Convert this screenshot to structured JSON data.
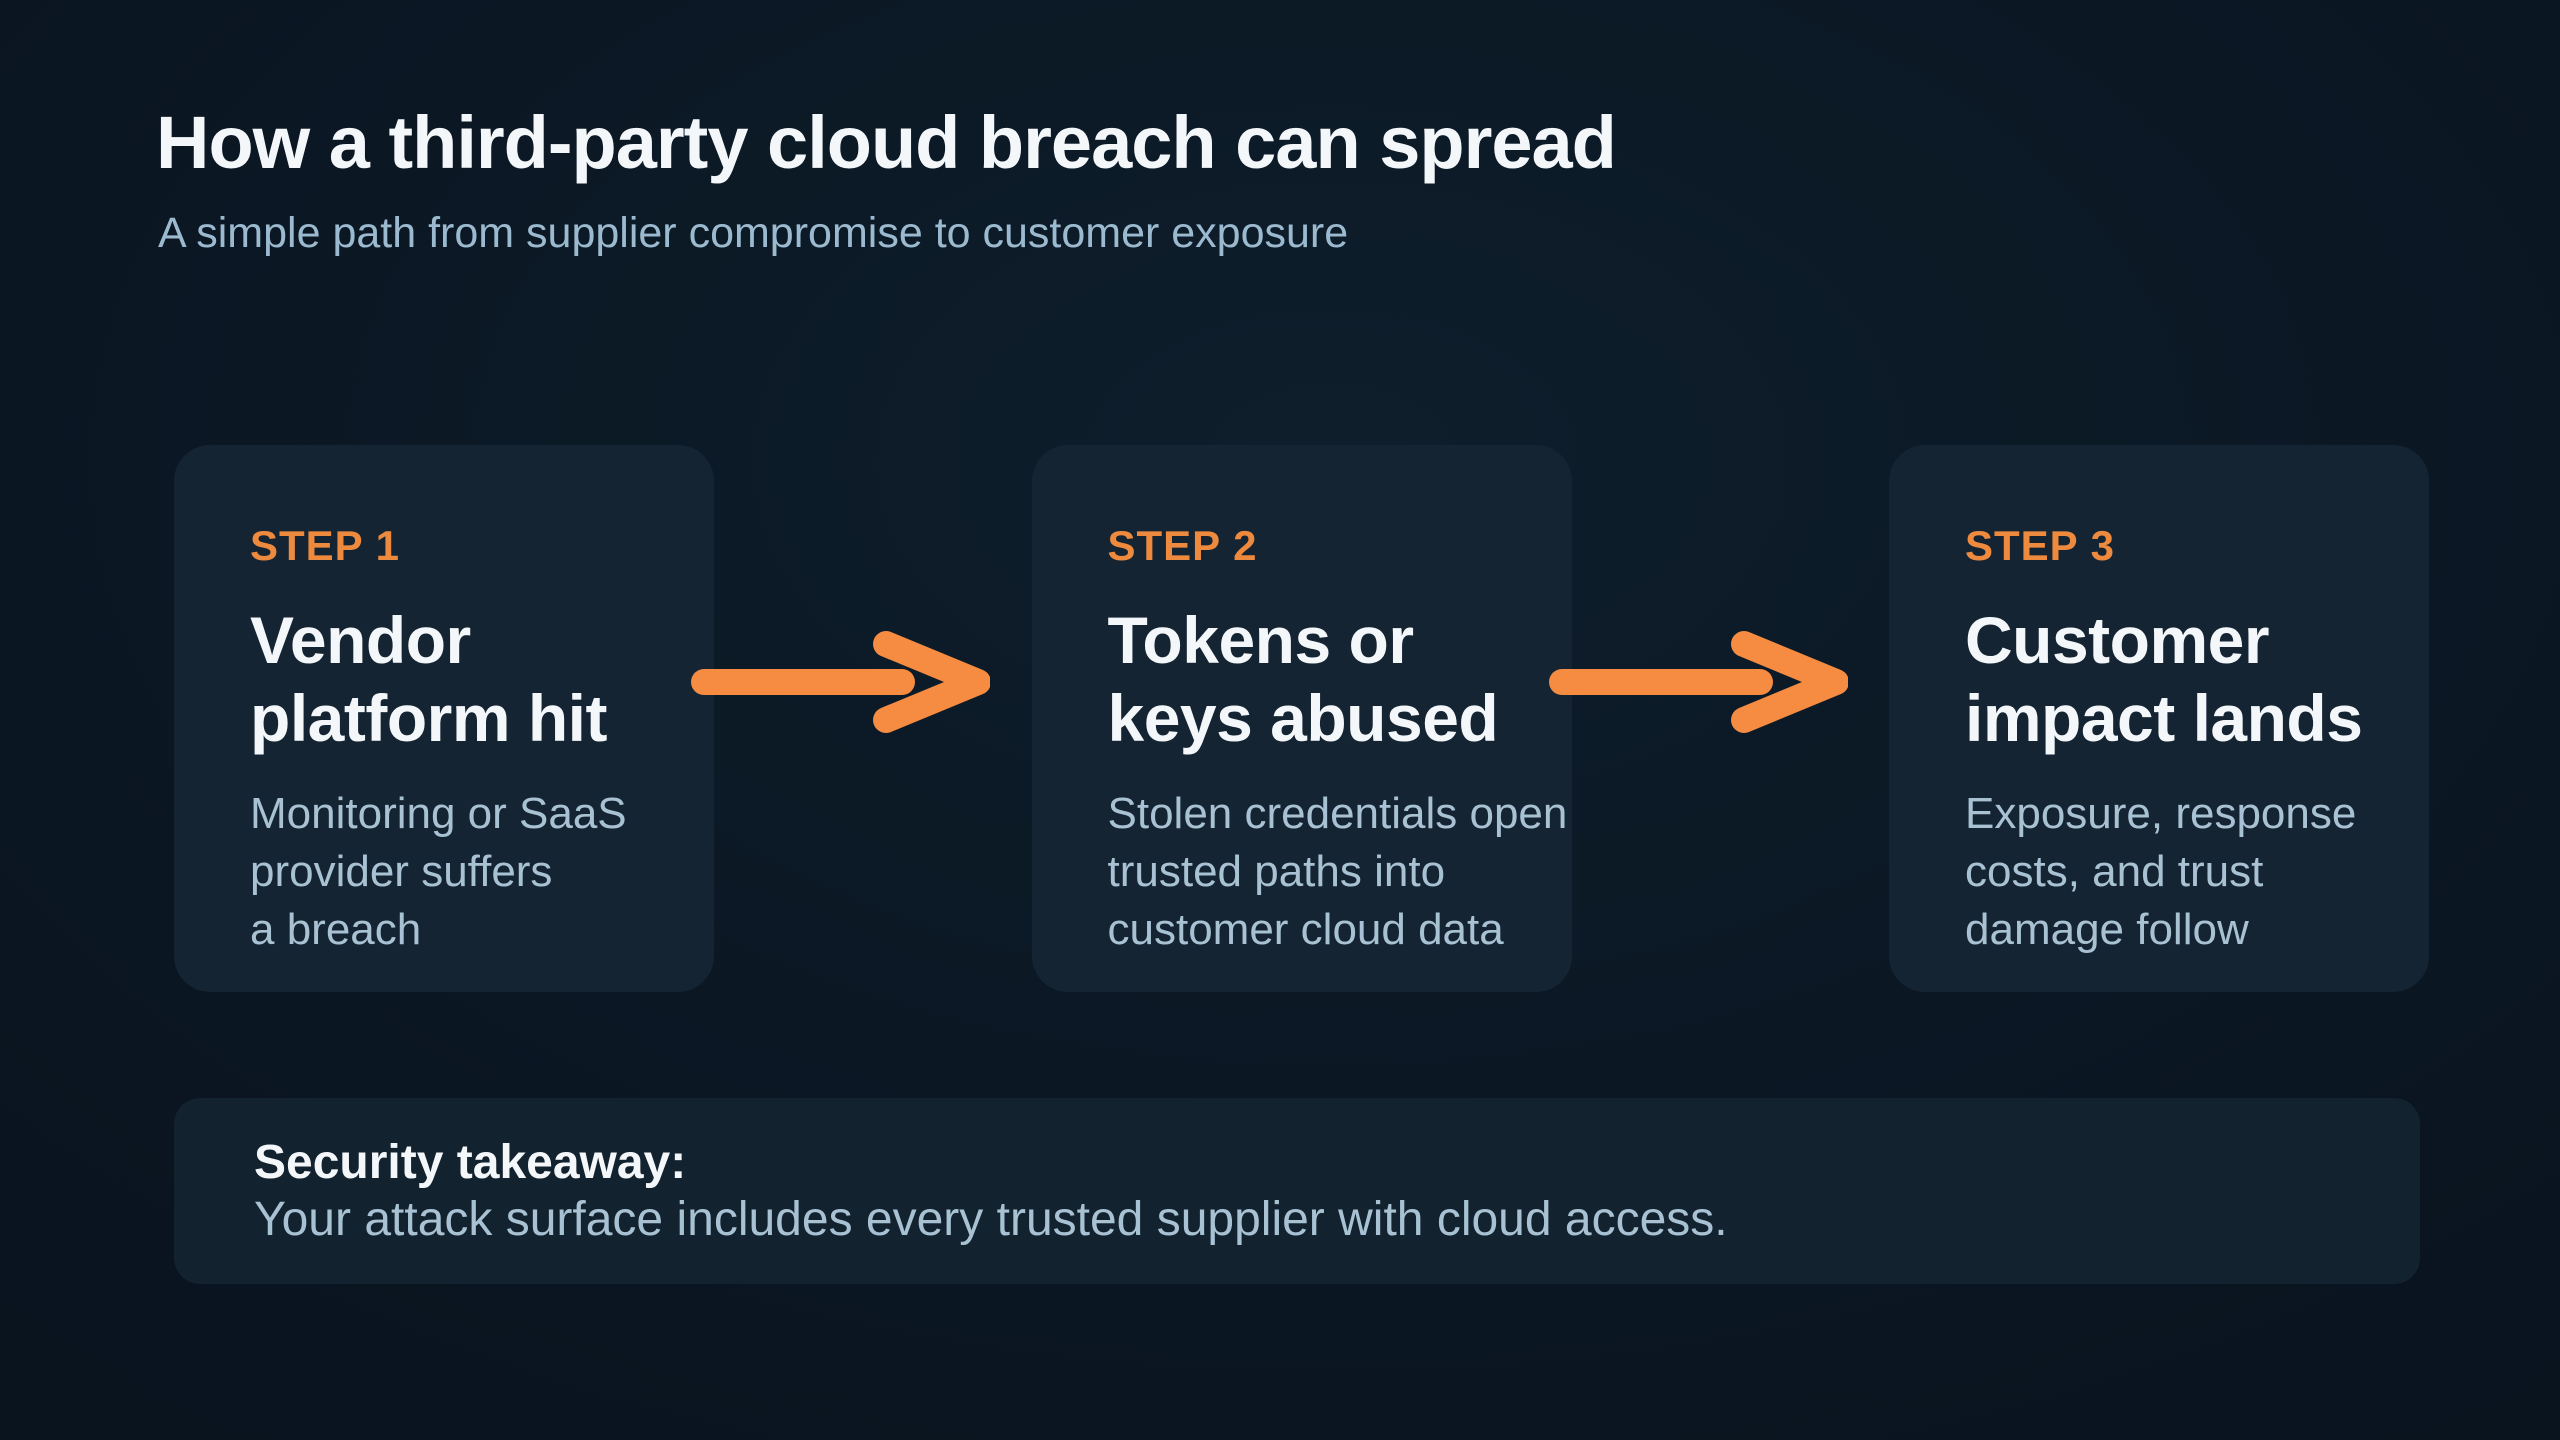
{
  "header": {
    "title": "How a third-party cloud breach can spread",
    "subtitle": "A simple path from supplier compromise to customer exposure"
  },
  "steps": [
    {
      "label": "STEP 1",
      "title": "Vendor platform hit",
      "title_lines": [
        "Vendor",
        "platform hit"
      ],
      "description": "Monitoring or SaaS provider suffers a breach",
      "desc_lines": [
        "Monitoring or SaaS",
        "provider suffers",
        "a breach"
      ]
    },
    {
      "label": "STEP 2",
      "title": "Tokens or keys abused",
      "title_lines": [
        "Tokens or",
        "keys abused"
      ],
      "description": "Stolen credentials open trusted paths into customer cloud data",
      "desc_lines": [
        "Stolen credentials open",
        "trusted paths into",
        "customer cloud data"
      ]
    },
    {
      "label": "STEP 3",
      "title": "Customer impact lands",
      "title_lines": [
        "Customer",
        "impact lands"
      ],
      "description": "Exposure, response costs, and trust damage follow",
      "desc_lines": [
        "Exposure, response",
        "costs, and trust",
        "damage follow"
      ]
    }
  ],
  "connectors": [
    {
      "icon": "arrow-right-icon",
      "direction": "right"
    },
    {
      "icon": "arrow-right-icon",
      "direction": "right"
    }
  ],
  "takeaway": {
    "heading": "Security takeaway:",
    "text": "Your attack surface includes every trusted supplier with cloud access."
  },
  "colors": {
    "background_dark": "#0a1521",
    "background_center": "#0e1e2b",
    "card_background": "#152433",
    "banner_background": "#13222f",
    "accent_orange": "#f68b42",
    "step_label_orange": "#ee8a3e",
    "heading_white": "#f4f7fa",
    "subtitle_blue_gray": "#9cbacf",
    "body_blue_gray": "#a8c2d3"
  }
}
